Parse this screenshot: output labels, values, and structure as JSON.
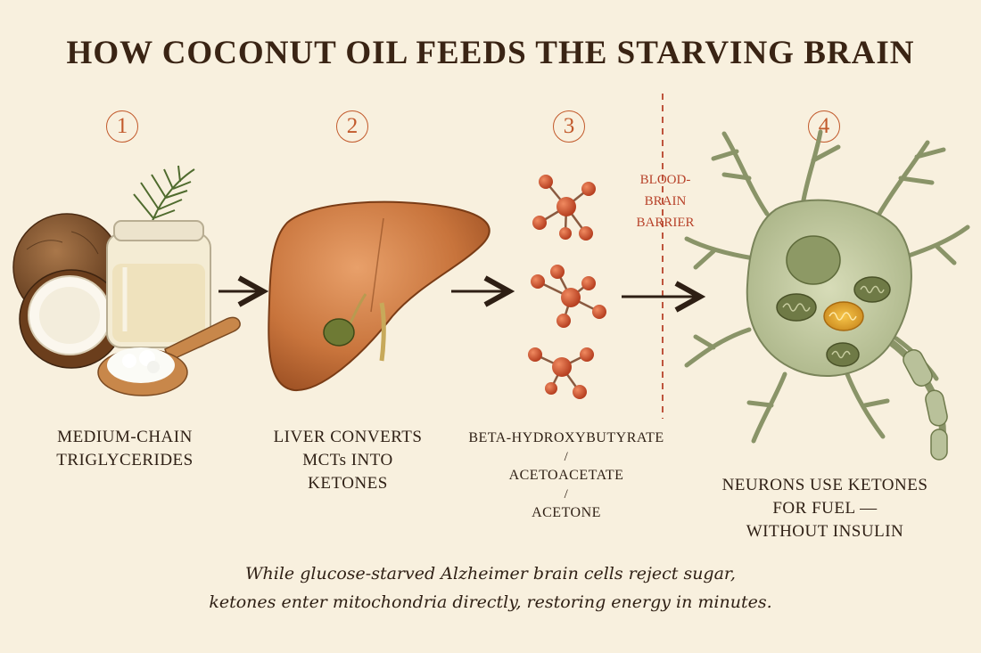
{
  "title": "HOW COCONUT OIL FEEDS THE STARVING BRAIN",
  "steps": [
    {
      "number": "1",
      "caption_lines": [
        "MEDIUM-CHAIN",
        "TRIGLYCERIDES"
      ]
    },
    {
      "number": "2",
      "caption_lines": [
        "LIVER CONVERTS",
        "MCTs INTO",
        "KETONES"
      ]
    },
    {
      "number": "3",
      "caption_lines": [
        "BETA-HYDROXYBUTYRATE",
        "/",
        "ACETOACETATE",
        "/",
        "ACETONE"
      ]
    },
    {
      "number": "4",
      "caption_lines": [
        "NEURONS USE KETONES",
        "FOR FUEL —",
        "WITHOUT INSULIN"
      ]
    }
  ],
  "barrier_label": [
    "BLOOD-",
    "BRAIN",
    "BARRIER"
  ],
  "footer_lines": [
    "While glucose-starved Alzheimer brain cells reject sugar,",
    "ketones enter mitochondria directly, restoring energy in minutes."
  ],
  "colors": {
    "background": "#f8f0de",
    "accent": "#c25a2c",
    "text": "#3a2616",
    "barrier": "#b8432b"
  },
  "icons": [
    "coconut-icon",
    "oil-jar-icon",
    "palm-leaf-icon",
    "spoon-icon",
    "liver-icon",
    "molecule-icon",
    "neuron-icon",
    "mitochondria-icon",
    "arrow-right-icon"
  ]
}
